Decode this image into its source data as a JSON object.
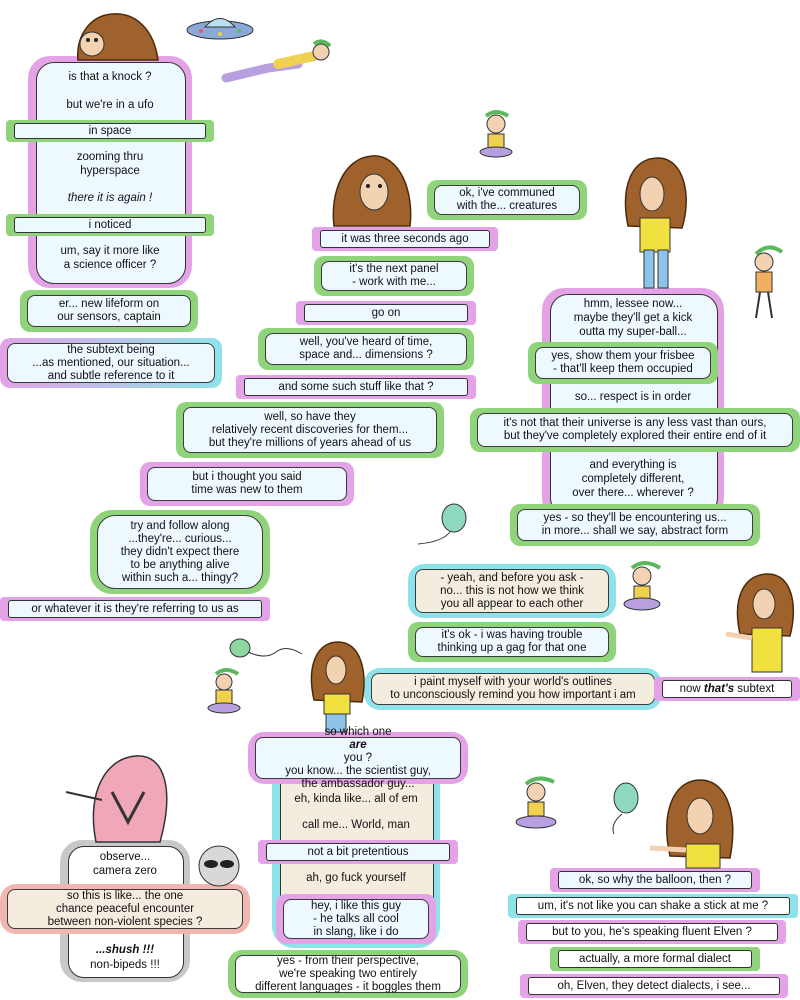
{
  "colors": {
    "green": "#8fd37a",
    "pink": "#e3a3e6",
    "cyan": "#8ee3ea",
    "grey": "#c8c8c8",
    "inner": "#eef9ff"
  },
  "col1": {
    "l1": "is that a knock ?",
    "l2": "but we're in a ufo",
    "s1": "in space",
    "l3": "zooming thru\nhyperspace",
    "l4": "there it is again !",
    "s2": "i noticed",
    "l5": "um, say it more like\na science officer ?"
  },
  "b_lifeform": "er... new lifeform on\nour sensors, captain",
  "b_subtext": "the subtext being\n...as mentioned, our situation...\nand subtle reference to it",
  "b_communed": "ok, i've communed\nwith the... creatures",
  "b_three": "it was three seconds ago",
  "b_nextpanel": "it's the next panel\n- work with me...",
  "b_goon": "go on",
  "b_dimensions": "well, you've heard of time,\nspace and... dimensions ?",
  "b_suchstuff": "and some such stuff like that ?",
  "b_sohavethey": "well, so have they\nrelatively recent discoveries for them...\nbut they're millions of years ahead of us",
  "b_timenew": "but i thought you said\ntime was new to them",
  "b_follow": "try and follow along\n...they're... curious...\nthey didn't expect there\nto be anything alive\nwithin such a... thingy?",
  "b_whatever": "or whatever it is they're referring to us as",
  "col2": {
    "l1": "hmm, lessee now...\nmaybe they'll get a kick\noutta my super-ball...",
    "b1": "yes, show them your frisbee\n- that'll keep them occupied",
    "l2": "so... respect is in order",
    "b2": "it's not that their universe is any less vast than ours,\nbut they've completely explored their entire end of it",
    "l3": "and everything is\ncompletely different,\nover there... wherever ?",
    "b3": "yes - so they'll be encountering us...\nin more...  shall we say, abstract form"
  },
  "b_yeah": "- yeah, and before you ask -\nno... this is not how we think\nyou all appear to each other",
  "b_gag": "it's ok - i was having trouble\nthinking up a gag for that one",
  "b_paint": "i paint myself with your world's outlines\nto unconsciously remind you how important i am",
  "b_nowthats": {
    "pre": "now ",
    "em": "that's",
    "post": " subtext"
  },
  "col3": {
    "b1pre": "so which one ",
    "b1em": "are",
    "b1post": " you ?\nyou know... the scientist guy,\nthe ambassador guy...",
    "l1": "eh, kinda like... all of em",
    "l2": "call me... World, man",
    "s1": "not a bit pretentious",
    "l3": "ah, go fuck yourself",
    "b2": "hey, i like this guy\n- he talks all cool\nin slang, like i do"
  },
  "b_perspective": "yes - from their perspective,\nwe're speaking two entirely\ndifferent languages - it boggles them",
  "col4": {
    "l1": "observe...\ncamera zero",
    "b1": "so this is like... the one\nchance peaceful encounter\nbetween non-violent species ?",
    "l2": "...shush !!!",
    "l3": "non-bipeds !!!"
  },
  "s_balloon": "ok, so why the balloon, then ?",
  "s_stick": "um, it's not like you can shake a stick at me ?",
  "s_elven": "but to you, he's speaking fluent Elven ?",
  "s_formal": "actually, a more formal dialect",
  "s_detect": "oh, Elven, they detect dialects, i see..."
}
